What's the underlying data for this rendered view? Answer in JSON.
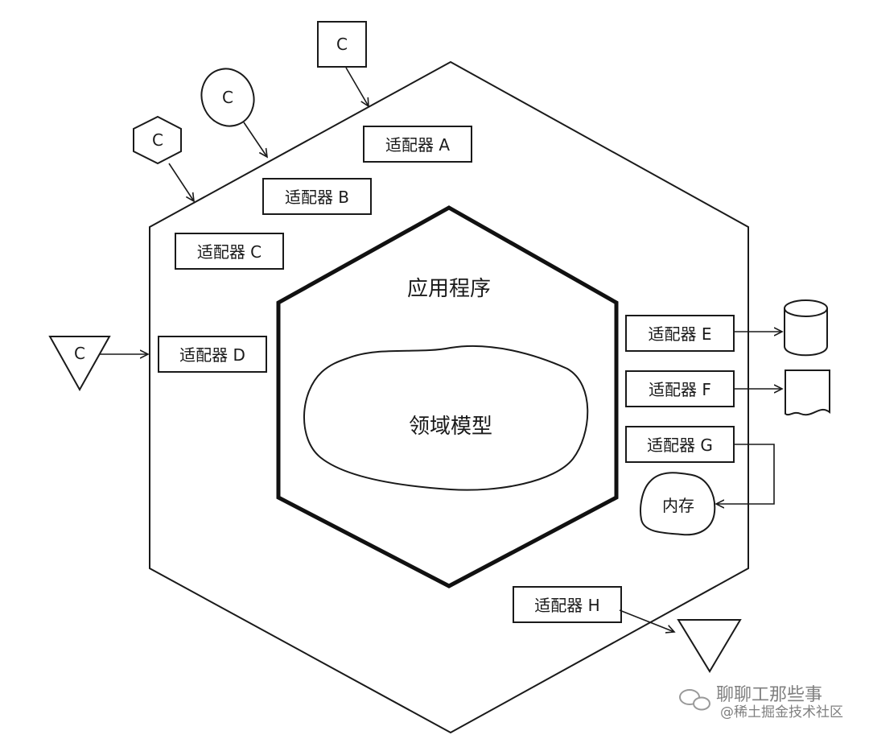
{
  "application_label": "应用程序",
  "domain_label": "领域模型",
  "memory_label": "内存",
  "client_label": "C",
  "adapters": {
    "a": "适配器 A",
    "b": "适配器 B",
    "c": "适配器 C",
    "d": "适配器 D",
    "e": "适配器 E",
    "f": "适配器 F",
    "g": "适配器 G",
    "h": "适配器 H"
  },
  "watermark": {
    "title": "聊聊工那些事",
    "subtitle": "@稀土掘金技术社区"
  }
}
